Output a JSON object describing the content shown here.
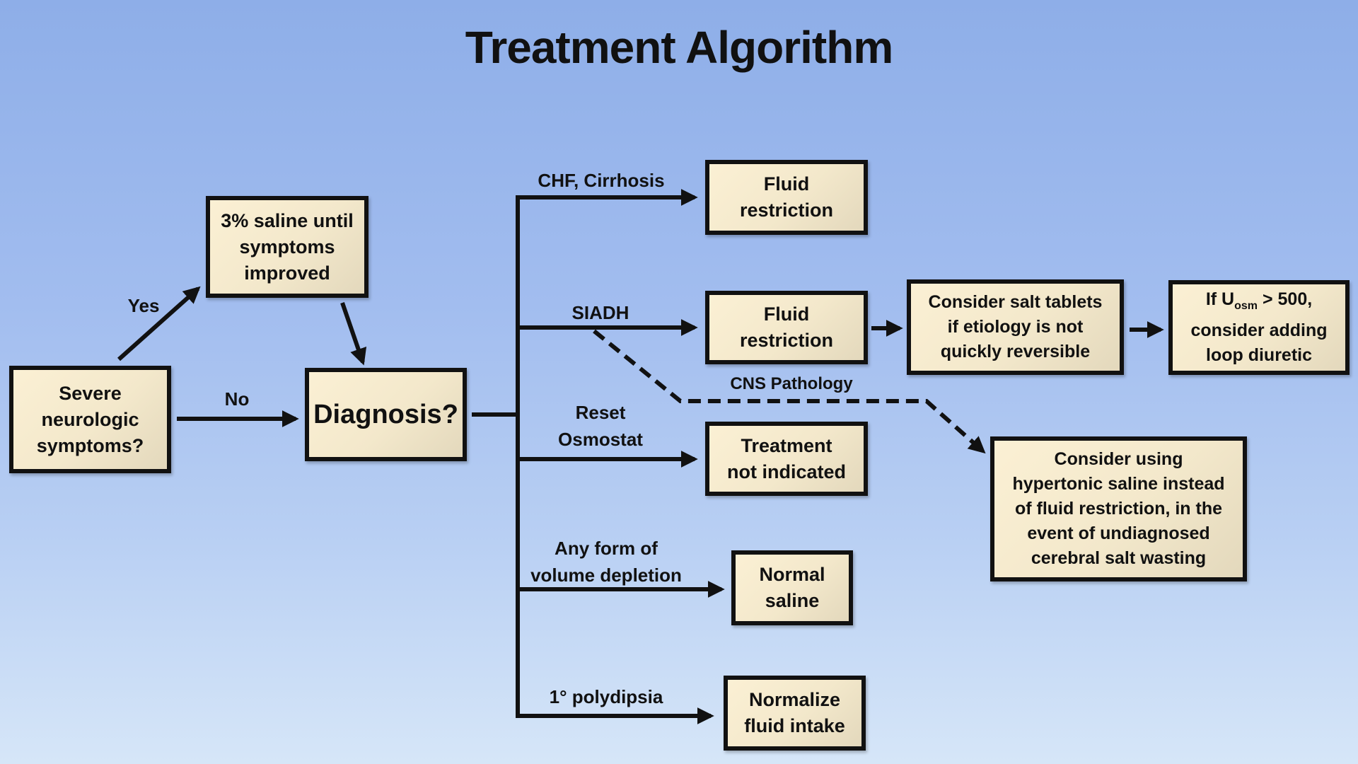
{
  "title": "Treatment Algorithm",
  "colors": {
    "background_top": "#8eaee8",
    "background_bottom": "#d6e6f8",
    "box_fill": "#f3e8cb",
    "line": "#111111"
  },
  "nodes": {
    "severe": "Severe\nneurologic\nsymptoms?",
    "saline3": "3% saline until\nsymptoms\nimproved",
    "diagnosis": "Diagnosis?",
    "fluid_restriction_chf": "Fluid\nrestriction",
    "fluid_restriction_siadh": "Fluid\nrestriction",
    "salt_tablets": "Consider salt tablets\nif etiology is not\nquickly reversible",
    "uosm": {
      "prefix": "If U",
      "subscript": "osm",
      "suffix": " > 500,",
      "rest": "consider adding\nloop diuretic"
    },
    "treatment_not_indicated": "Treatment\nnot indicated",
    "hypertonic": "Consider using\nhypertonic saline instead\nof fluid restriction, in the\nevent of undiagnosed\ncerebral salt wasting",
    "normal_saline": "Normal\nsaline",
    "normalize_fluid": "Normalize\nfluid intake"
  },
  "edge_labels": {
    "yes": "Yes",
    "no": "No",
    "chf": "CHF, Cirrhosis",
    "siadh": "SIADH",
    "cns": "CNS Pathology",
    "reset": "Reset\nOsmostat",
    "volume": "Any form of\nvolume depletion",
    "polydipsia": "1° polydipsia"
  }
}
